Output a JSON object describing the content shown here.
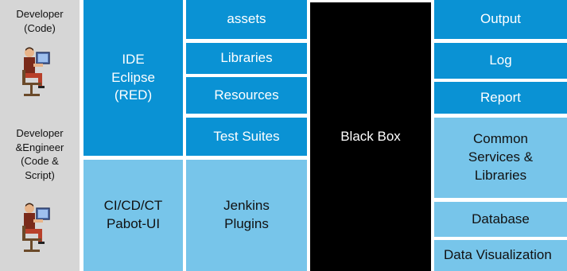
{
  "roles": {
    "developer": [
      "Developer",
      "(Code)"
    ],
    "developer_engineer": [
      "Developer",
      "&Engineer",
      "(Code &",
      "Script)"
    ]
  },
  "ide": [
    "IDE",
    "Eclipse",
    "(RED)"
  ],
  "assets": "assets",
  "libraries": "Libraries",
  "resources": "Resources",
  "test_suites": "Test Suites",
  "ci": [
    "CI/CD/CT",
    "Pabot-UI"
  ],
  "jenkins": [
    "Jenkins",
    "Plugins"
  ],
  "black_box": "Black Box",
  "output": "Output",
  "log": "Log",
  "report": "Report",
  "common": [
    "Common",
    "Services &",
    "Libraries"
  ],
  "database": "Database",
  "data_visualization": "Data Visualization",
  "colors": {
    "dark_blue": "#0a92d4",
    "light_blue": "#77c5ea",
    "black": "#000000",
    "grey": "#d6d6d6"
  },
  "icons": [
    "developer-person-icon",
    "engineer-person-icon"
  ]
}
